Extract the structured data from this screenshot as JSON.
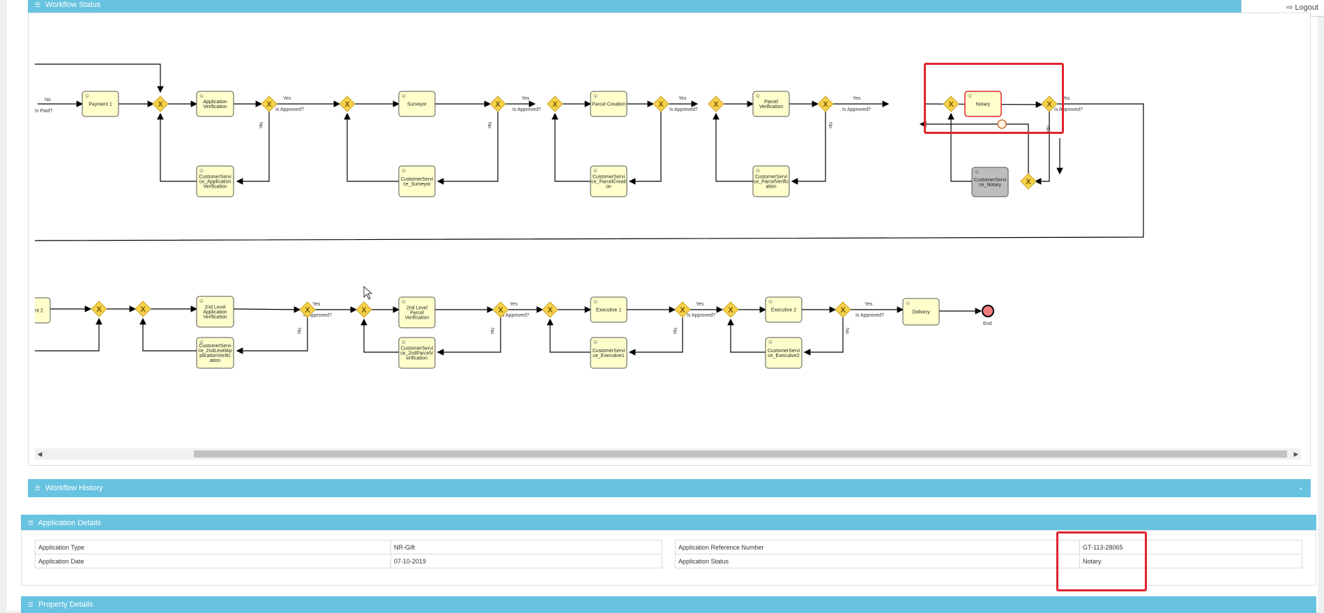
{
  "header": {
    "logout_label": "Logout"
  },
  "workflow_status": {
    "title": "Workflow Status"
  },
  "diagram": {
    "row1": {
      "tasks": [
        {
          "label": "Payment 1",
          "lines": [
            "Payment 1"
          ]
        },
        {
          "label": "Application Verification",
          "lines": [
            "Application",
            "Verification"
          ]
        },
        {
          "label": "CustomerService_Application Verification",
          "lines": [
            "CustomerServi",
            "ce_Application",
            "Verification"
          ]
        },
        {
          "label": "Surveyor",
          "lines": [
            "Surveyor"
          ]
        },
        {
          "label": "CustomerService_Surveyor",
          "lines": [
            "CustomerServi",
            "ce_Surveyor"
          ]
        },
        {
          "label": "Parcel Creation",
          "lines": [
            "Parcel Creation"
          ]
        },
        {
          "label": "CustomerService_ParcelCreation",
          "lines": [
            "CustomerServi",
            "ce_ParcelCreati",
            "on"
          ]
        },
        {
          "label": "Parcel Verification",
          "lines": [
            "Parcel",
            "Verification"
          ]
        },
        {
          "label": "CustomerService_ParcelVerification",
          "lines": [
            "CustomerServi",
            "ce_ParcelVerific",
            "ation"
          ]
        },
        {
          "label": "Notary",
          "lines": [
            "Notary"
          ]
        },
        {
          "label": "CustomerService_Notary",
          "lines": [
            "CustomerServi",
            "ce_Notary"
          ]
        }
      ],
      "yes_label": "Yes",
      "no_label": "No",
      "is_paid_label": "Is Paid?",
      "is_approved_label": "Is Approved?"
    },
    "row2": {
      "tasks": [
        {
          "label": "nt 2",
          "lines": [
            "nt 2"
          ]
        },
        {
          "label": "2nd Level Application Verification",
          "lines": [
            "2nd Level",
            "Application",
            "Verification"
          ]
        },
        {
          "label": "CustomerService_2ndLevelApplicationVerification",
          "lines": [
            "CustomerServi",
            "ce_2ndLevelAp",
            "plicationVerific",
            "ation"
          ]
        },
        {
          "label": "2nd Level Parcel Verification",
          "lines": [
            "2nd Level",
            "Parcel",
            "Verification"
          ]
        },
        {
          "label": "CustomerService_2ndParcelVerification",
          "lines": [
            "CustomerServi",
            "ce_2ndParcelV",
            "erification"
          ]
        },
        {
          "label": "Executive 1",
          "lines": [
            "Executive 1"
          ]
        },
        {
          "label": "CustomerService_Executive1",
          "lines": [
            "CustomerServi",
            "ce_Executive1"
          ]
        },
        {
          "label": "Executive 2",
          "lines": [
            "Executive 2"
          ]
        },
        {
          "label": "CustomerService_Executive2",
          "lines": [
            "CustomerServi",
            "ce_Executive2"
          ]
        },
        {
          "label": "Delivery",
          "lines": [
            "Delivery"
          ]
        }
      ],
      "end_label": "End"
    }
  },
  "workflow_history": {
    "title": "Workflow History"
  },
  "application_details": {
    "title": "Application Details",
    "left_rows": [
      {
        "label": "Application Type",
        "value": "NR-Gift"
      },
      {
        "label": "Application Date",
        "value": "07-10-2019"
      }
    ],
    "right_rows": [
      {
        "label": "Application Reference Number",
        "value": "GT-113-28065"
      },
      {
        "label": "Application Status",
        "value": "Notary"
      }
    ]
  },
  "property_details": {
    "title": "Property Details"
  },
  "colors": {
    "panel_header": "#67c3e0",
    "task_fill": "#ffffcc",
    "highlight": "#e0232e",
    "gateway": "#f6d24a"
  }
}
